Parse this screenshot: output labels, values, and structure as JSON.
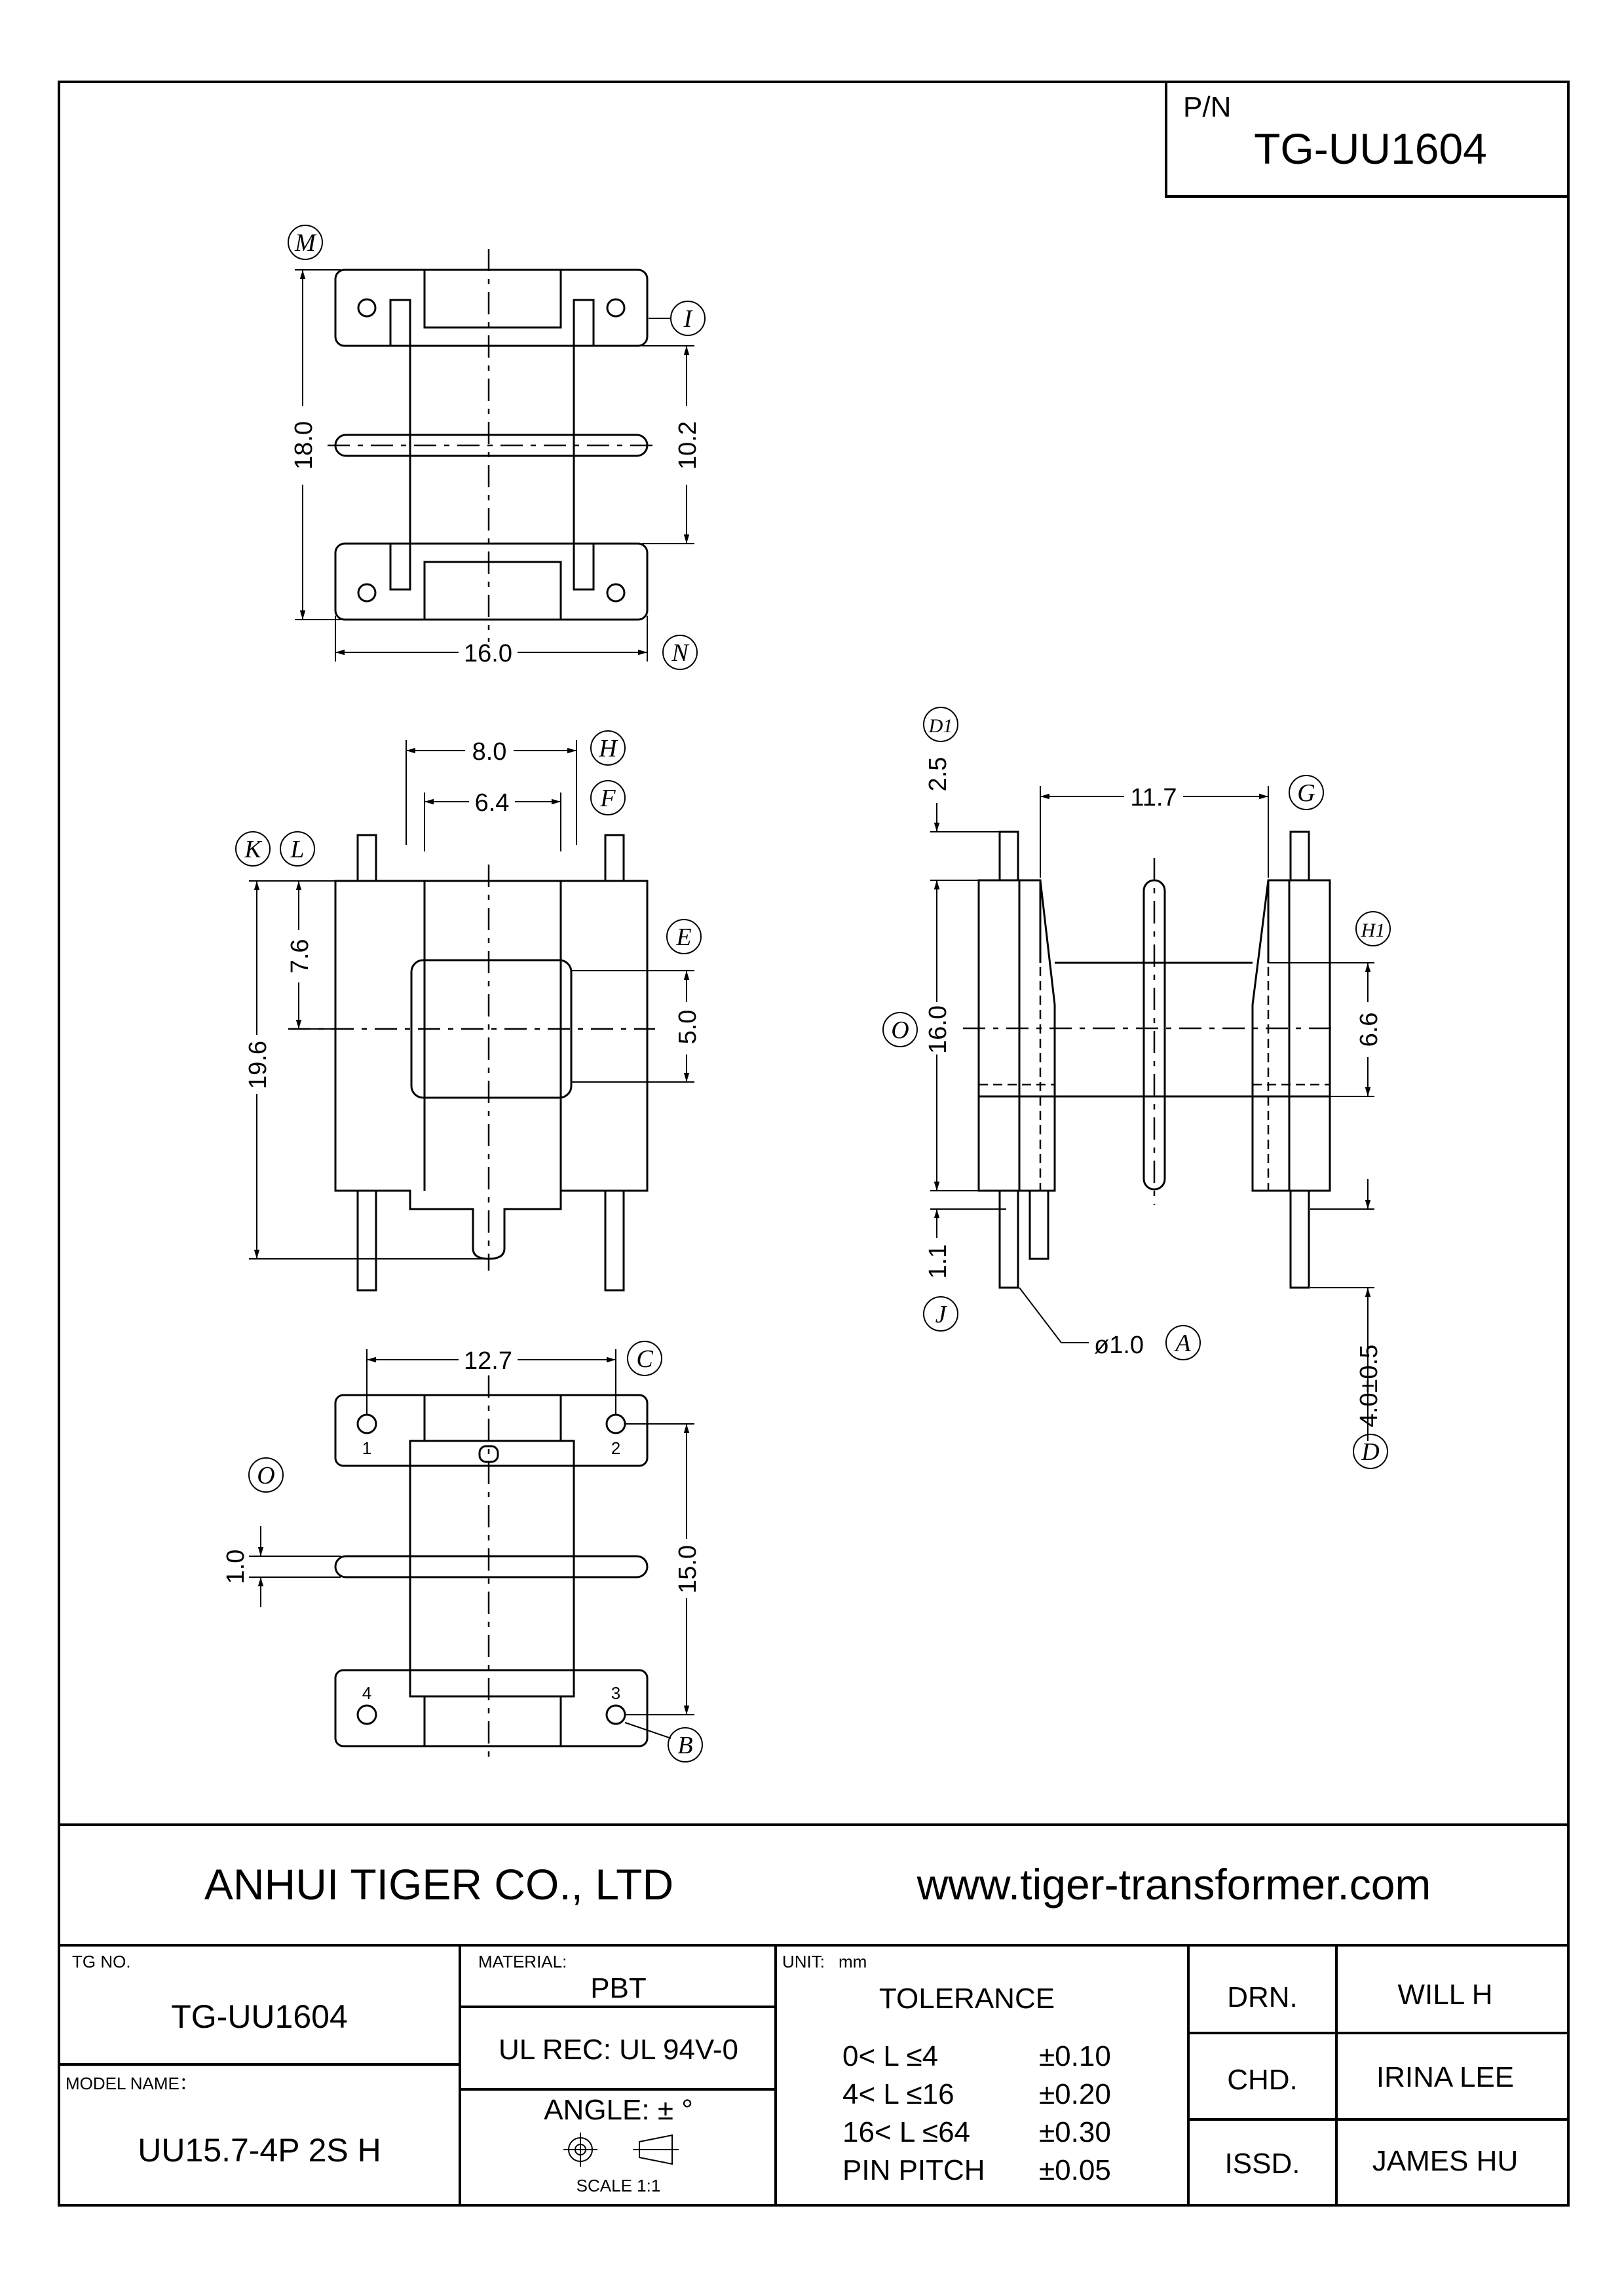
{
  "pn": {
    "label": "P/N",
    "value": "TG-UU1604"
  },
  "dims": {
    "m18": "18.0",
    "i102": "10.2",
    "n16": "16.0",
    "h80": "8.0",
    "f64": "6.4",
    "kl76": "7.6",
    "e50": "5.0",
    "h196": "19.6",
    "c127": "12.7",
    "o10": "1.0",
    "b150": "15.0",
    "d1_25": "2.5",
    "g117": "11.7",
    "h1_66": "6.6",
    "o160": "16.0",
    "j11": "1.1",
    "a10": "ø1.0",
    "d40": "4.0±0.5"
  },
  "callouts": {
    "M": "M",
    "I": "I",
    "N": "N",
    "H": "H",
    "F": "F",
    "K": "K",
    "L": "L",
    "E": "E",
    "C": "C",
    "O": "O",
    "B": "B",
    "D1": "D1",
    "G": "G",
    "H1": "H1",
    "O2": "O",
    "J": "J",
    "A": "A",
    "D": "D"
  },
  "pins": [
    "1",
    "2",
    "3",
    "4"
  ],
  "company": {
    "name": "ANHUI TIGER CO., LTD",
    "website": "www.tiger-transformer.com"
  },
  "title_block": {
    "tg_no_label": "TG NO.",
    "tg_no": "TG-UU1604",
    "model_label": "MODEL NAME：",
    "model": "UU15.7-4P 2S H",
    "material_label": "MATERIAL:",
    "material": "PBT",
    "ul_rec": "UL REC:  UL 94V-0",
    "angle": "ANGLE:   ±  °",
    "scale": "SCALE 1:1",
    "unit_label": "UNIT:",
    "unit": "mm",
    "tolerance_title": "TOLERANCE",
    "tolerances": [
      {
        "range": "0< L ≤4",
        "value": "±0.10"
      },
      {
        "range": "4< L ≤16",
        "value": "±0.20"
      },
      {
        "range": "16< L ≤64",
        "value": "±0.30"
      },
      {
        "range": "PIN PITCH",
        "value": "±0.05"
      }
    ],
    "drn_label": "DRN.",
    "drn": "WILL H",
    "chd_label": "CHD.",
    "chd": "IRINA LEE",
    "issd_label": "ISSD.",
    "issd": "JAMES HU"
  }
}
